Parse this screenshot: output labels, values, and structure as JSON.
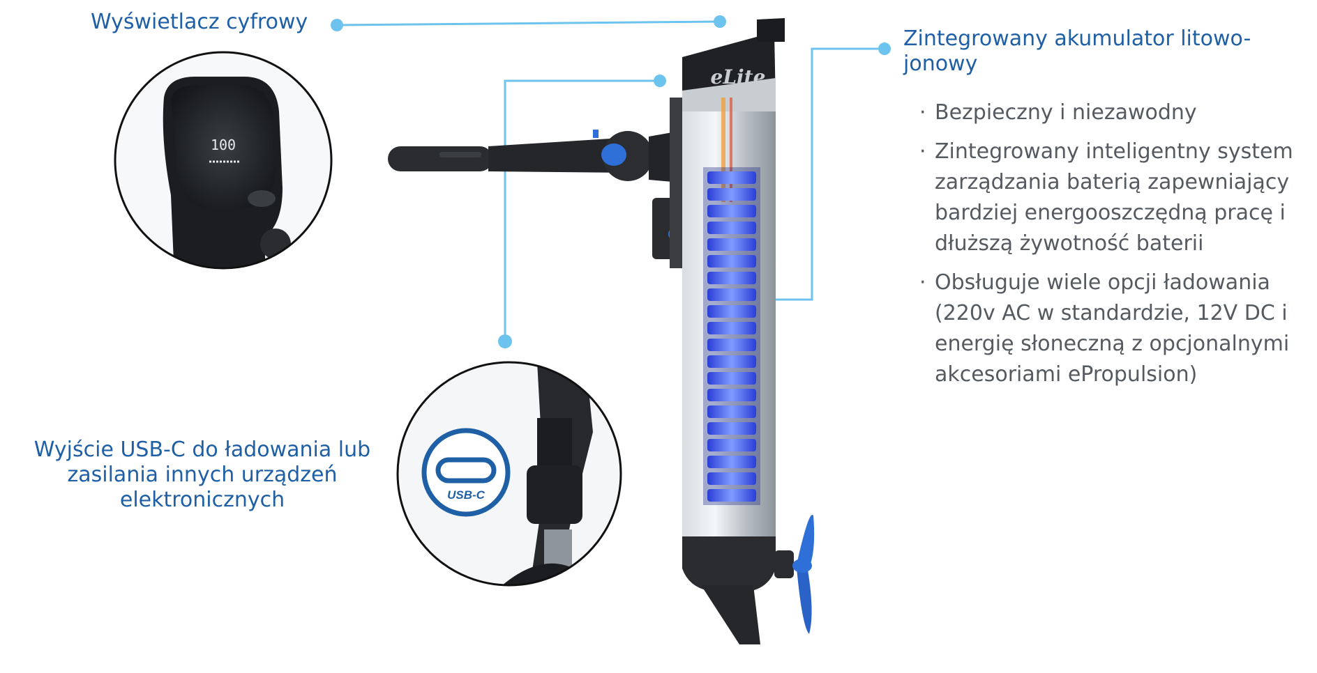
{
  "callouts": {
    "display": "Wyświetlacz cyfrowy",
    "usb": "Wyjście USB-C do ładowania lub zasilania innych urządzeń elektronicznych",
    "battery": "Zintegrowany akumulator litowo-jonowy"
  },
  "features": [
    "Bezpieczny i niezawodny",
    "Zintegrowany inteligentny system zarządzania baterią zapewniający bardziej energooszczędną pracę i dłuższą żywotność baterii",
    "Obsługuje wiele opcji ładowania (220v AC w standardzie, 12V DC i energię słoneczną z opcjonalnymi akcesoriami ePropulsion)"
  ],
  "product": {
    "brand_logo": "eLite",
    "usb_badge": "USB-C",
    "display_readout": "100"
  },
  "colors": {
    "callout_text": "#1f5fa5",
    "body_text": "#555a60",
    "leader_line": "#6cc3ee",
    "battery_glow": "#3c5cff",
    "propeller": "#2f6fd8",
    "housing_dark": "#2b2d30",
    "housing_silver": "#b9bec4"
  }
}
